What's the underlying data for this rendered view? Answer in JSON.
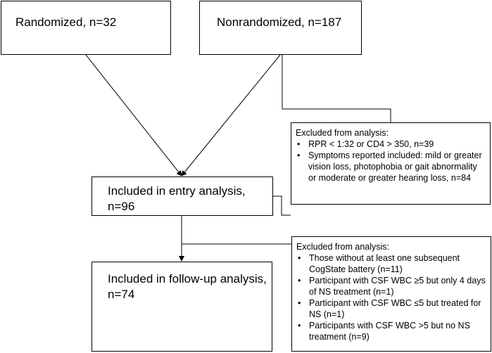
{
  "nodes": {
    "randomized": "Randomized, n=32",
    "nonrandomized": "Nonrandomized, n=187",
    "entry": "Included in entry analysis, n=96",
    "followup": "Included in follow-up analysis, n=74"
  },
  "exclusion_entry": {
    "title": "Excluded from analysis:",
    "items": [
      "RPR < 1:32 or CD4 > 350, n=39",
      "Symptoms reported included: mild or greater vision loss, photophobia or gait abnormality or moderate or greater hearing loss, n=84"
    ]
  },
  "exclusion_followup": {
    "title": "Excluded from analysis:",
    "items": [
      "Those without at least one subsequent CogState battery (n=11)",
      "Participant with CSF WBC ≥5 but only 4 days of NS treatment (n=1)",
      "Participant with CSF WBC ≤5 but treated for NS (n=1)",
      "Participants with CSF WBC >5 but no NS treatment (n=9)"
    ]
  }
}
